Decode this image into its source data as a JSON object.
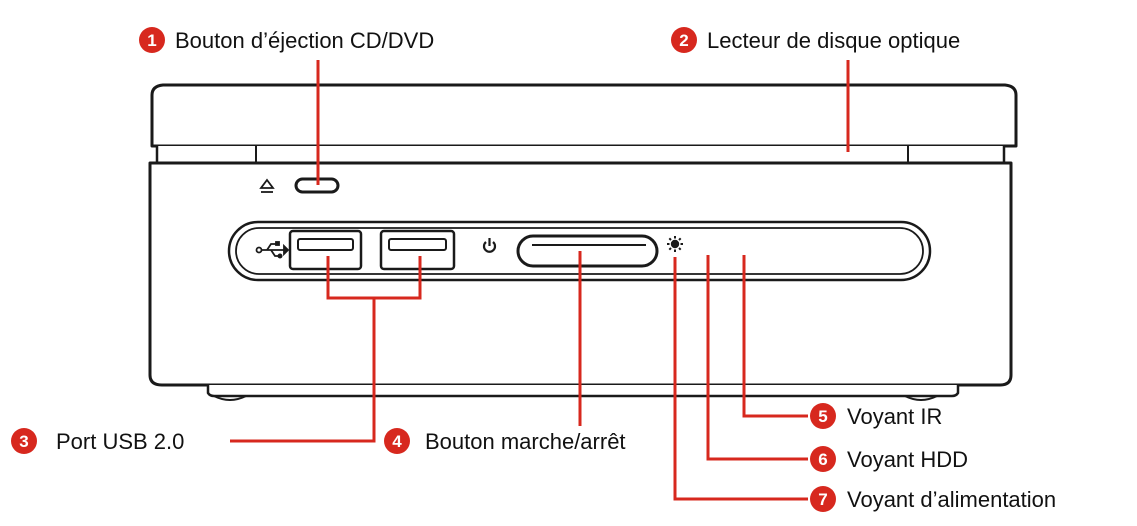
{
  "colors": {
    "accent": "#d7281e",
    "outline": "#1a1a1a",
    "background": "#ffffff"
  },
  "icons": [
    "eject-icon",
    "usb-icon",
    "power-icon",
    "sun-icon"
  ],
  "callouts": [
    {
      "number": "1",
      "label": "Bouton d’éjection CD/DVD"
    },
    {
      "number": "2",
      "label": "Lecteur de disque optique"
    },
    {
      "number": "3",
      "label": "Port USB 2.0"
    },
    {
      "number": "4",
      "label": "Bouton marche/arrêt"
    },
    {
      "number": "5",
      "label": "Voyant IR"
    },
    {
      "number": "6",
      "label": "Voyant HDD"
    },
    {
      "number": "7",
      "label": "Voyant d’alimentation"
    }
  ]
}
